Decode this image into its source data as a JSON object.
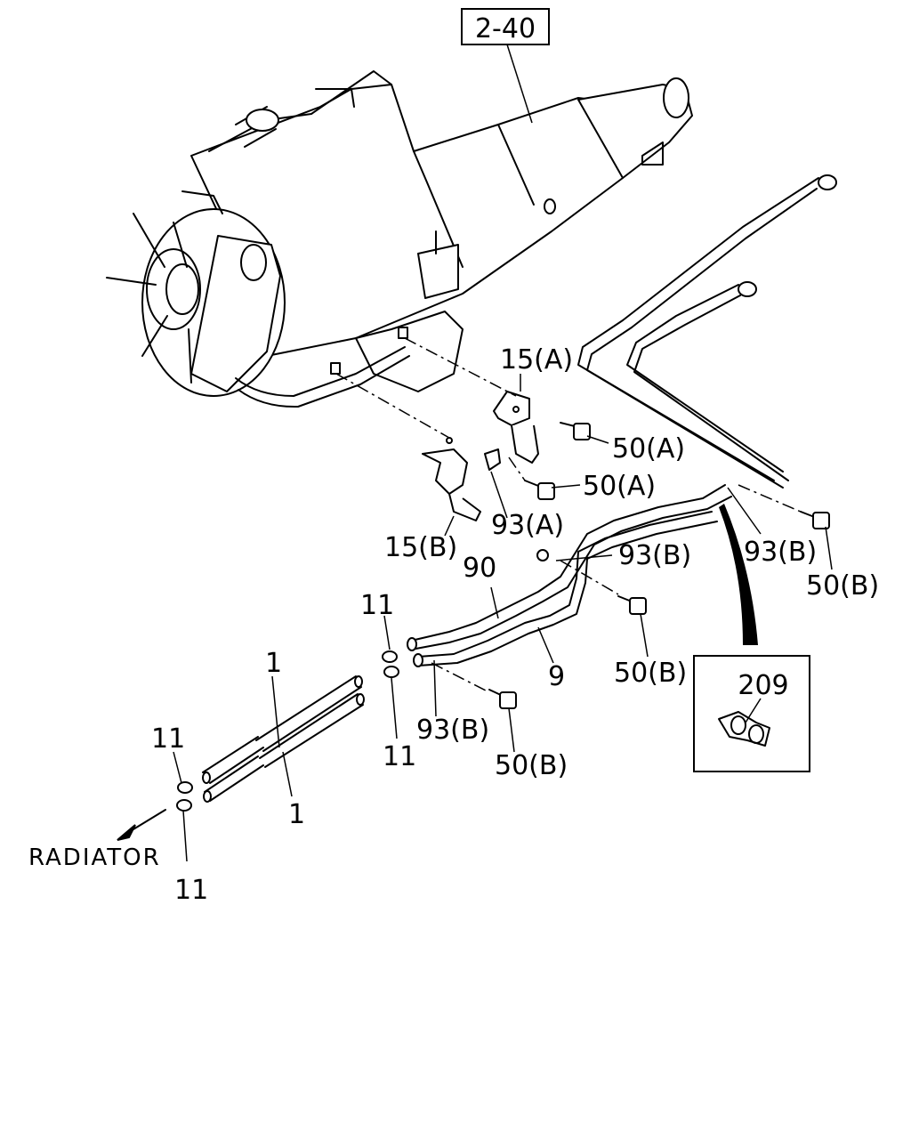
{
  "reference_box": "2-40",
  "detail_box": "209",
  "direction_label": "RADIATOR",
  "callouts": {
    "c15a": "15(A)",
    "c15b": "15(B)",
    "c50a_1": "50(A)",
    "c50a_2": "50(A)",
    "c93a": "93(A)",
    "c93b_1": "93(B)",
    "c93b_2": "93(B)",
    "c93b_3": "93(B)",
    "c50b_1": "50(B)",
    "c50b_2": "50(B)",
    "c50b_3": "50(B)",
    "c90": "90",
    "c9": "9",
    "c11_1": "11",
    "c11_2": "11",
    "c11_3": "11",
    "c11_4": "11",
    "c1_1": "1",
    "c1_2": "1"
  }
}
